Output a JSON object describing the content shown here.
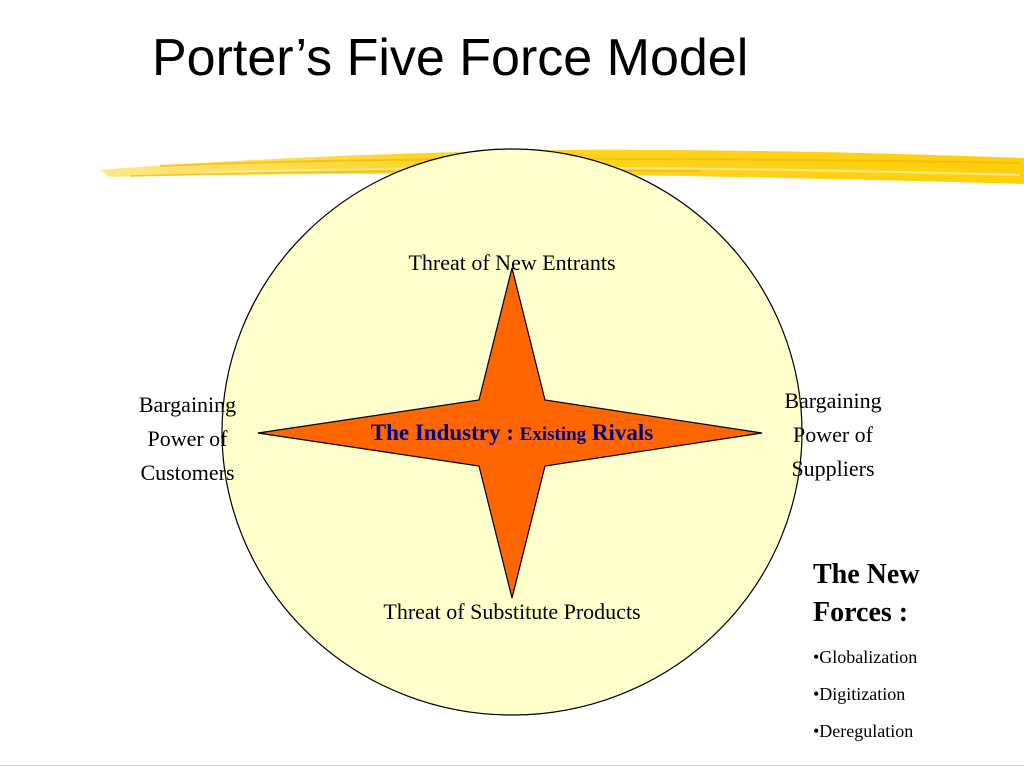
{
  "slide": {
    "title": "Porter’s Five Force Model"
  },
  "diagram": {
    "top": "Threat of New Entrants",
    "bottom": "Threat of Substitute Products",
    "left": [
      "Bargaining",
      "Power of",
      "Customers"
    ],
    "right": [
      "Bargaining",
      "Power of",
      "Suppliers"
    ],
    "center": {
      "part1": "The Industry : ",
      "part2": "Existing",
      "part3": " Rivals"
    }
  },
  "new_forces": {
    "title_line1": "The New",
    "title_line2": "Forces :",
    "items": [
      "•Globalization",
      "•Digitization",
      "•Deregulation"
    ]
  },
  "colors": {
    "circle_fill": "#FFFFCC",
    "star_fill": "#FF6600",
    "brush": "#FFE033",
    "center_text": "#000080"
  }
}
